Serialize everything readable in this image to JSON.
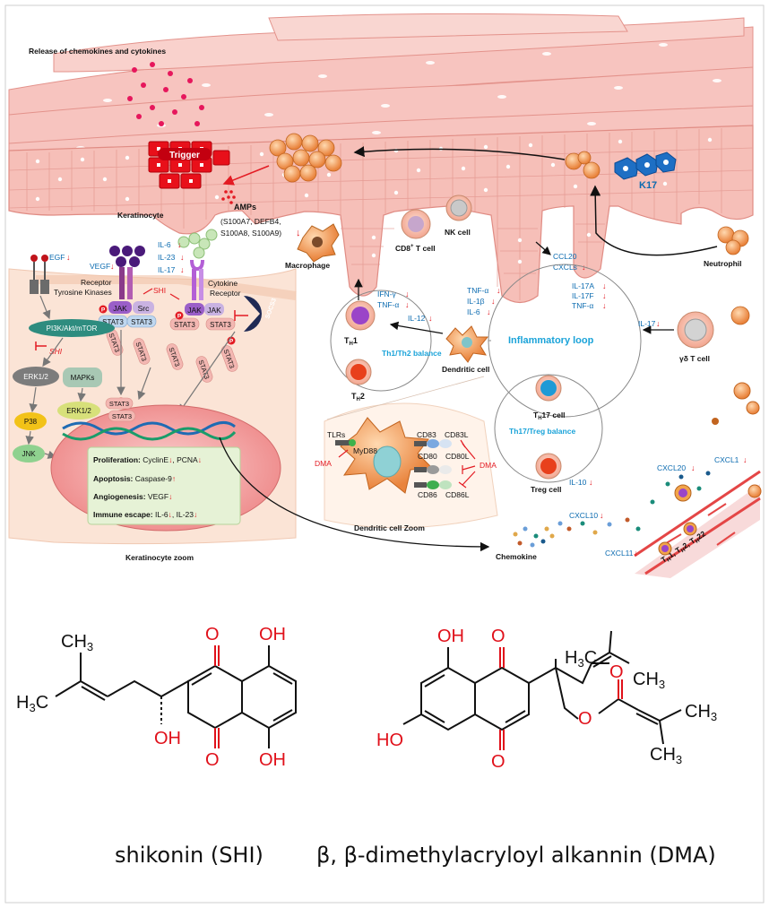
{
  "colors": {
    "skin": "#f7c6c2",
    "skin_stroke": "#e59a94",
    "trigger": "#e8101a",
    "blue_text": "#0b6bb0",
    "red_arrow": "#e31b23",
    "cyan_text": "#1aa3d9",
    "panel_bg": "#fbe4d6",
    "nucleus": "#f3a0a0",
    "chem_red": "#e0101a"
  },
  "header": {
    "release": "Release of chemokines and cytokines"
  },
  "skin": {
    "trigger": "Trigger",
    "keratinocyte": "Keratinocyte",
    "amps_title": "AMPs",
    "amps_list1": "(S100A7, DEFB4,",
    "amps_list2": "S100A8, S100A9)",
    "k17": "K17"
  },
  "cells": {
    "macrophage": "Macrophage",
    "cd8": "CD8",
    "cd8_sup": "+",
    "cd8_rest": " T cell",
    "nk": "NK cell",
    "neutrophil": "Neutrophil",
    "th1": "1",
    "th2": "2",
    "th_t": "T",
    "th_sub": "H",
    "dendritic": "Dendritic cell",
    "gdt": "γδ T cell",
    "th17": "17 cell",
    "treg": "Treg cell"
  },
  "labels": {
    "ccl20": "CCL20",
    "cxcls": "CXCLs",
    "ifng": "IFN-γ",
    "tnfa": "TNF-α",
    "il12": "IL-12",
    "tnfa2": "TNF-α",
    "il1b": "IL-1β",
    "il6b": "IL-6",
    "il17a": "IL-17A",
    "il17f": "IL-17F",
    "tnfa3": "TNF-α",
    "il17": "IL-17",
    "inflam": "Inflammatory loop",
    "th1th2": "Th1/Th2 balance",
    "th17treg": "Th17/Treg balance",
    "il10": "IL-10",
    "cxcl20": "CXCL20",
    "cxcl1": "CXCL1",
    "cxcl10": "CXCL10",
    "cxcl11": "CXCL11",
    "chemokine": "Chemokine",
    "vessel": "T",
    "vessel1": "H",
    "vessel2": "1, T",
    "vessel3": "H",
    "vessel4": "2, T",
    "vessel5": "H",
    "vessel6": "22"
  },
  "kz": {
    "egf": "EGF",
    "vegf": "VEGF",
    "il6": "IL-6",
    "il23": "IL-23",
    "il17": "IL-17",
    "receptor": "Receptor",
    "tyrosine": "Tyrosine Kinases",
    "cytokine": "Cytokine",
    "receptor2": "Receptor",
    "jak": "JAK",
    "src": "Src",
    "stat3": "STAT3",
    "shi": "SHI",
    "socs3": "SOCS3",
    "pi3k": "PI3K/Akt/mTOR",
    "erk": "ERK1/2",
    "mapks": "MAPKs",
    "p38": "P38",
    "jnk": "JNK",
    "p": "P",
    "prolif_b": "Proliferation:",
    "prolif": " CyclinE",
    "pcna": ", PCNA",
    "apop_b": "Apoptosis:",
    "apop": " Caspase-9",
    "angio_b": "Angiogenesis:",
    "angio": " VEGF",
    "immune_b": "Immune escape:",
    "immune": " IL-6",
    "immune2": ", IL-23",
    "zoom": "Keratinocyte zoom"
  },
  "dc": {
    "tlrs": "TLRs",
    "myd88": "MyD88",
    "dma": "DMA",
    "cd83": "CD83",
    "cd83l": "CD83L",
    "cd80": "CD80",
    "cd80l": "CD80L",
    "cd86": "CD86",
    "cd86l": "CD86L",
    "zoom": "Dendritic cell Zoom"
  },
  "chem": {
    "ch3": "CH",
    "three": "3",
    "h3c": "H",
    "oh": "OH",
    "o": "O",
    "ho": "HO"
  },
  "captions": {
    "shi": "shikonin (SHI)",
    "dma": "β, β-dimethylacryloyl alkannin (DMA)"
  }
}
